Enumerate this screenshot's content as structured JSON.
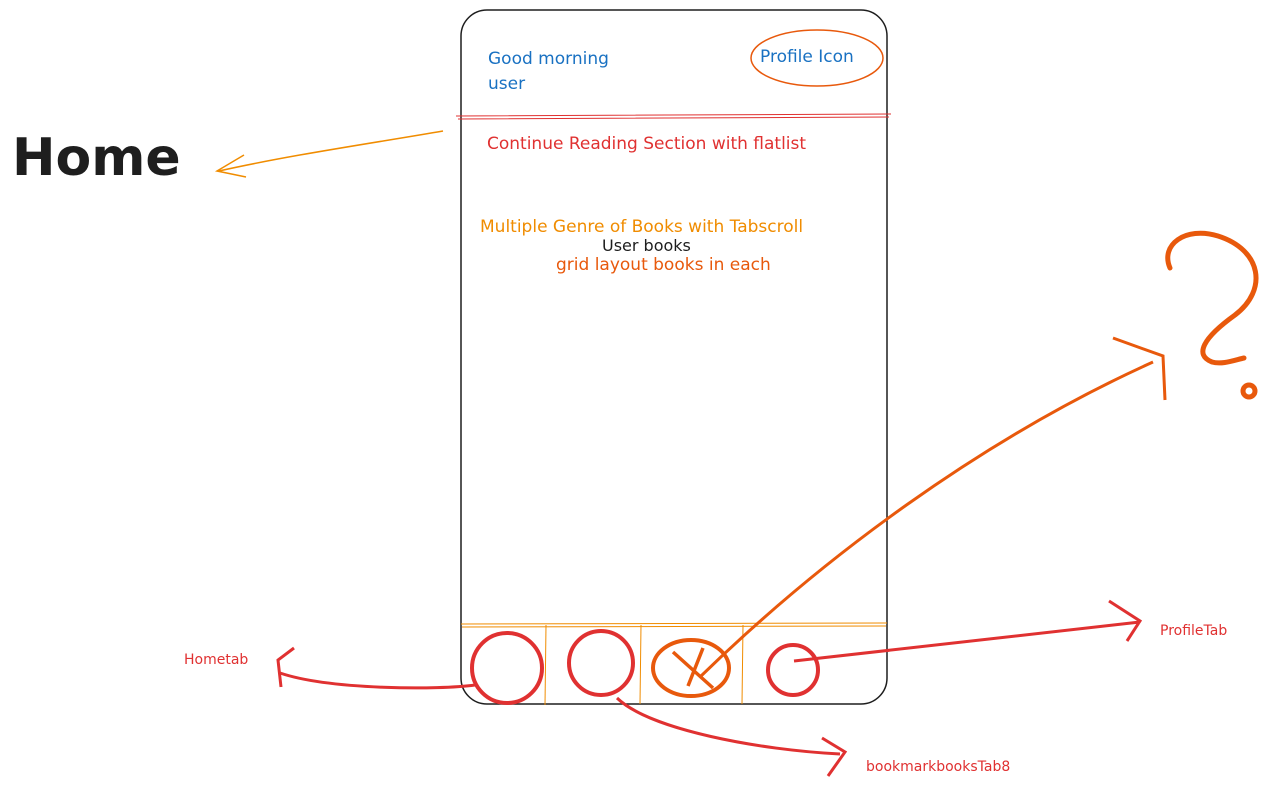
{
  "colors": {
    "blue": "#1971c2",
    "red": "#e03131",
    "orange": "#e8590c",
    "amber": "#f08c00",
    "dark": "#1e1e1e"
  },
  "page_title": "Home",
  "phone": {
    "greeting_line1": "Good morning",
    "greeting_line2": "user",
    "profile_label": "Profile Icon",
    "continue_reading": "Continue Reading Section with flatlist",
    "genres": "Multiple Genre of Books with Tabscroll",
    "user_books": "User books",
    "grid_layout": "grid layout books in each"
  },
  "tab_bar": {
    "tabs": [
      "home-tab",
      "bookmark-tab",
      "unknown-tab",
      "profile-tab"
    ]
  },
  "annotations": {
    "hometab": "Hometab",
    "bookmark_tab": "bookmarkbooksTab8",
    "profile_tab": "ProfileTab",
    "question_mark": "?"
  }
}
